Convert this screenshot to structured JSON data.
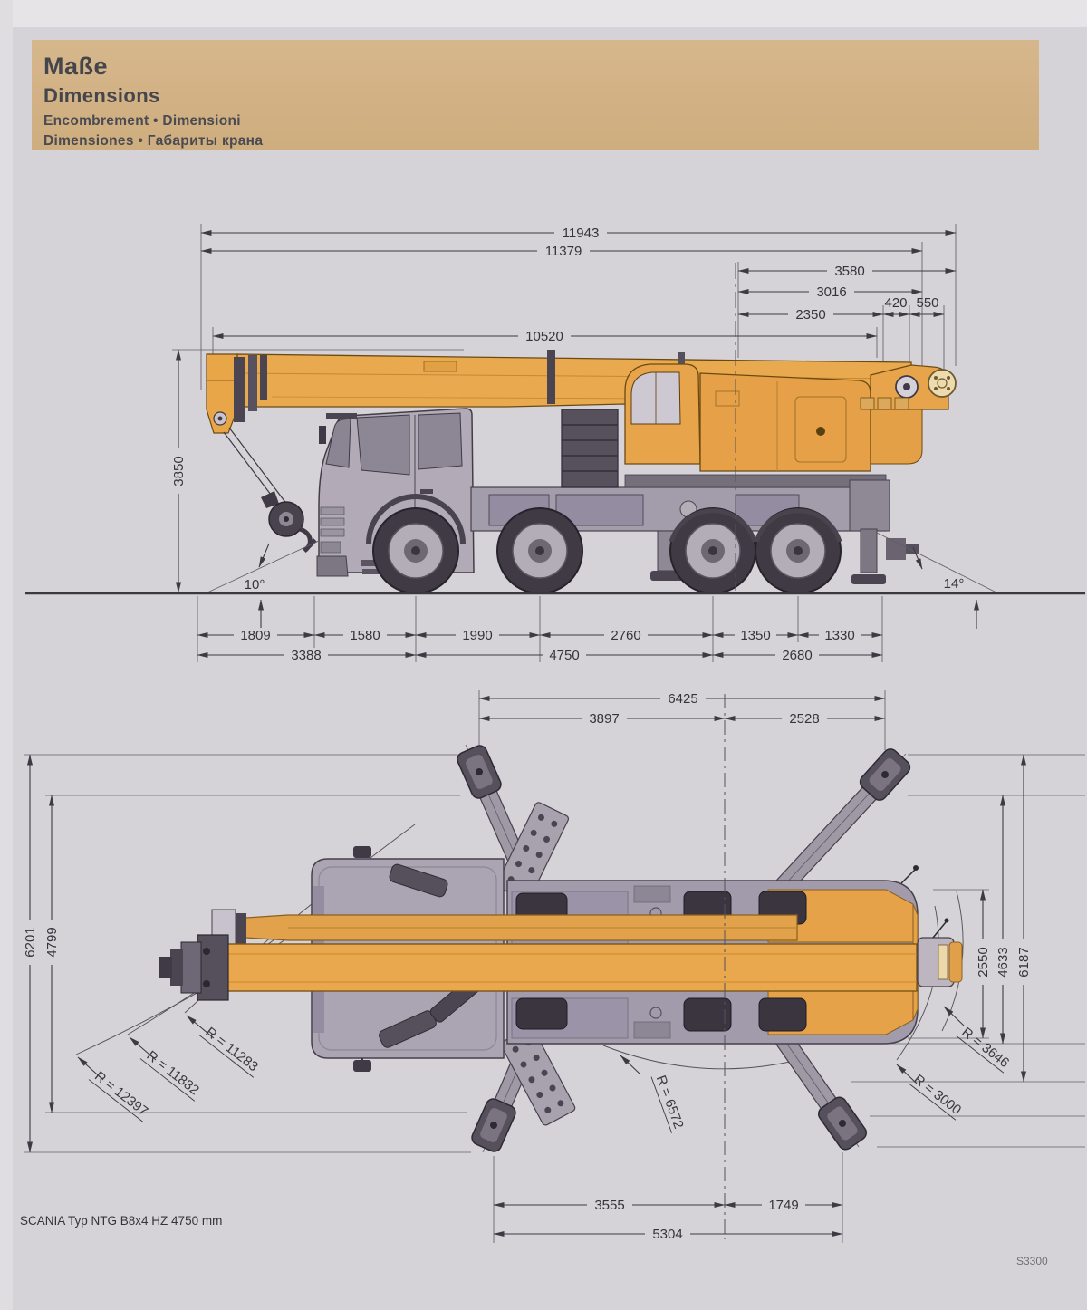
{
  "header": {
    "title_line1": "Maße",
    "title_line2": "Dimensions",
    "title_line3": "Encombrement • Dimensioni",
    "title_line4": "Dimensiones • Габариты крана"
  },
  "side_view": {
    "dim_overall_length": "11943",
    "dim_length_to_boom_pivot": "11379",
    "dim_rear_overhang_outer": "3580",
    "dim_rear_overhang_mid": "3016",
    "dim_rear_overhang_inner": "2350",
    "dim_winch_offset_1": "420",
    "dim_winch_offset_2": "550",
    "dim_wheel_envelope": "10520",
    "dim_overall_height": "3850",
    "angle_front": "10°",
    "angle_rear": "14°",
    "axle_dims": [
      "1809",
      "1580",
      "1990",
      "2760",
      "1350",
      "1330"
    ],
    "group_dims": [
      "3388",
      "4750",
      "2680"
    ]
  },
  "top_view": {
    "dim_outrigger_total": "6425",
    "dim_outrigger_left": "3897",
    "dim_outrigger_right": "2528",
    "dim_left_outer": "6201",
    "dim_left_inner": "4799",
    "dim_right_inner": "2550",
    "dim_right_mid": "4633",
    "dim_right_outer": "6187",
    "radius_labels": [
      "R = 11283",
      "R = 11882",
      "R = 12397",
      "R = 6572",
      "R = 3646",
      "R = 3000"
    ],
    "dim_rear_left": "3555",
    "dim_rear_right": "1749",
    "dim_rear_total": "5304"
  },
  "footer": {
    "model": "SCANIA Typ NTG B8x4 HZ 4750 mm",
    "code": "S3300"
  }
}
